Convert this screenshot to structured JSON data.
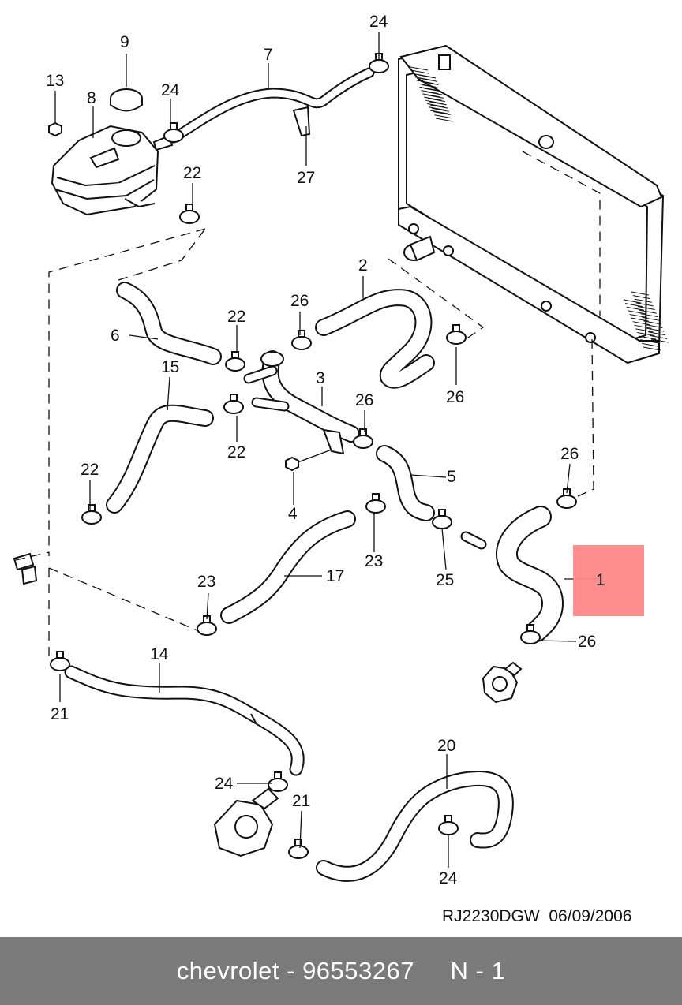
{
  "diagram": {
    "callouts": {
      "c1": "1",
      "c2": "2",
      "c3": "3",
      "c4": "4",
      "c5": "5",
      "c6": "6",
      "c7": "7",
      "c8": "8",
      "c9": "9",
      "c13": "13",
      "c14": "14",
      "c15": "15",
      "c17": "17",
      "c20": "20",
      "c21a": "21",
      "c21b": "21",
      "c22a": "22",
      "c22b": "22",
      "c22c": "22",
      "c22d": "22",
      "c23a": "23",
      "c23b": "23",
      "c24a": "24",
      "c24b": "24",
      "c24c": "24",
      "c24d": "24",
      "c25": "25",
      "c26a": "26",
      "c26b": "26",
      "c26c": "26",
      "c26d": "26",
      "c26e": "26",
      "c27": "27"
    },
    "highlight_color": "#ff8888",
    "drawing_code": "RJ2230DGW  06/09/2006"
  },
  "footer": {
    "text": "chevrolet - 96553267     N - 1",
    "background": "#7a7a7a"
  }
}
